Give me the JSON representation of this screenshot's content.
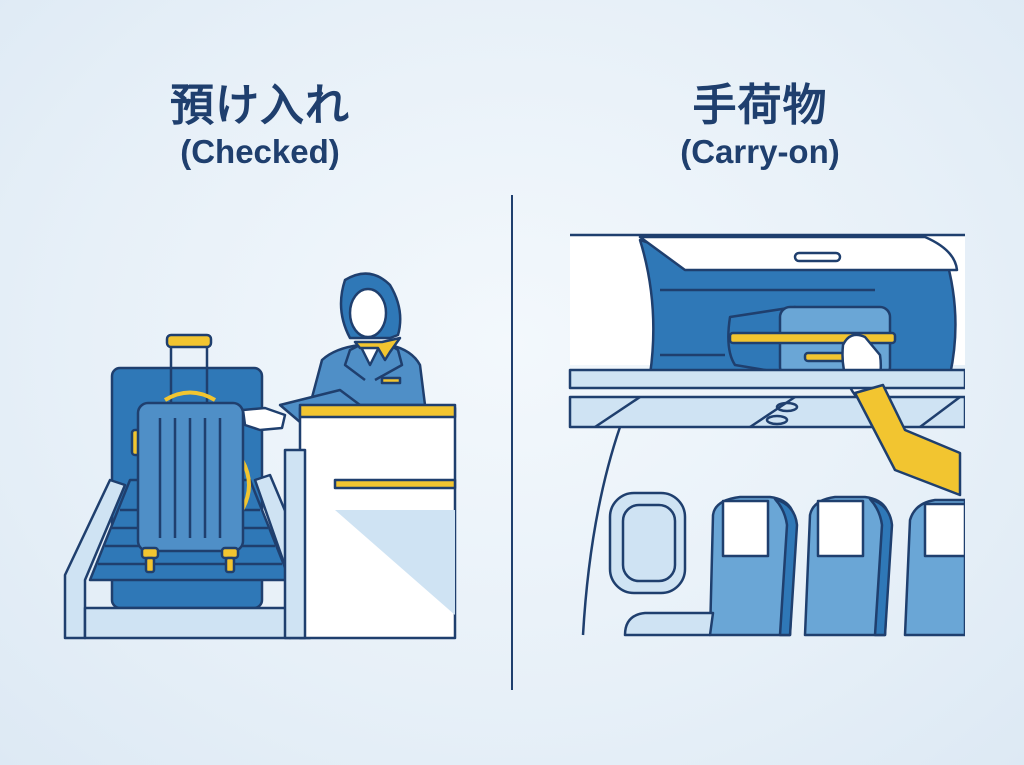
{
  "left_panel": {
    "title_jp": "預け入れ",
    "title_en": "(Checked)",
    "illustration": "check-in-counter-with-agent-and-conveyor"
  },
  "right_panel": {
    "title_jp": "手荷物",
    "title_en": "(Carry-on)",
    "illustration": "overhead-bin-with-hand-placing-suitcase"
  },
  "colors": {
    "navy": "#1f3f6e",
    "blue": "#2f78b7",
    "light_blue": "#6aa6d6",
    "pale_blue": "#cfe3f3",
    "yellow": "#f2c530",
    "background": "#eaf2f9"
  }
}
